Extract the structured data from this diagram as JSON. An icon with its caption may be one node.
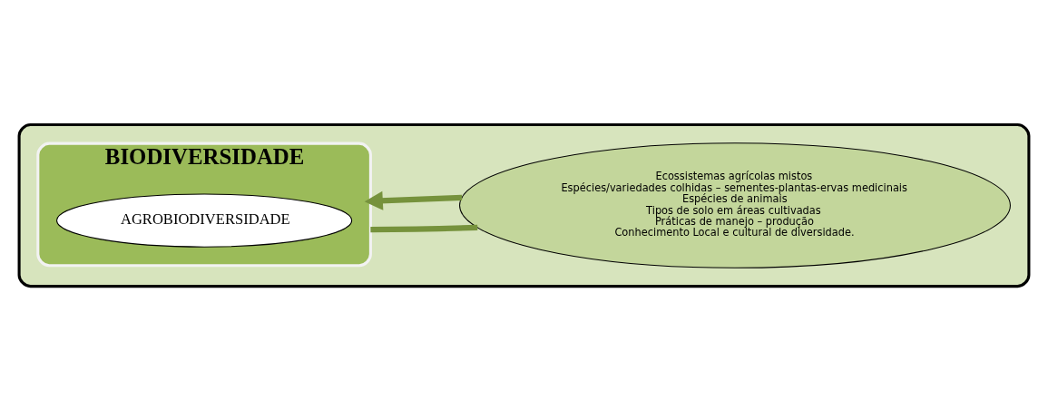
{
  "diagram": {
    "nodes": [
      {
        "text": [],
        "shape": "box"
      },
      {
        "text": [
          "BIODIVERSIDADE"
        ],
        "in": 0
      },
      {
        "text": [
          "AGROBIODIVERSIDADE"
        ],
        "in": 1
      },
      {
        "text": [
          "Ecossistemas agrícolas mistos",
          "Espécies/variedades colhidas – sementes-plantas-ervas medicinais",
          "Espécies de animais",
          "Tipos de solo em áreas cultivadas",
          "Práticas de manejo – produção",
          "Conhecimento Local e cultural de diversidade."
        ],
        "in": 0
      }
    ],
    "edges": [
      {
        "from": 1,
        "to": 3,
        "arrow": "none"
      },
      {
        "from": 3,
        "to": 1,
        "arrow": "to"
      }
    ]
  }
}
